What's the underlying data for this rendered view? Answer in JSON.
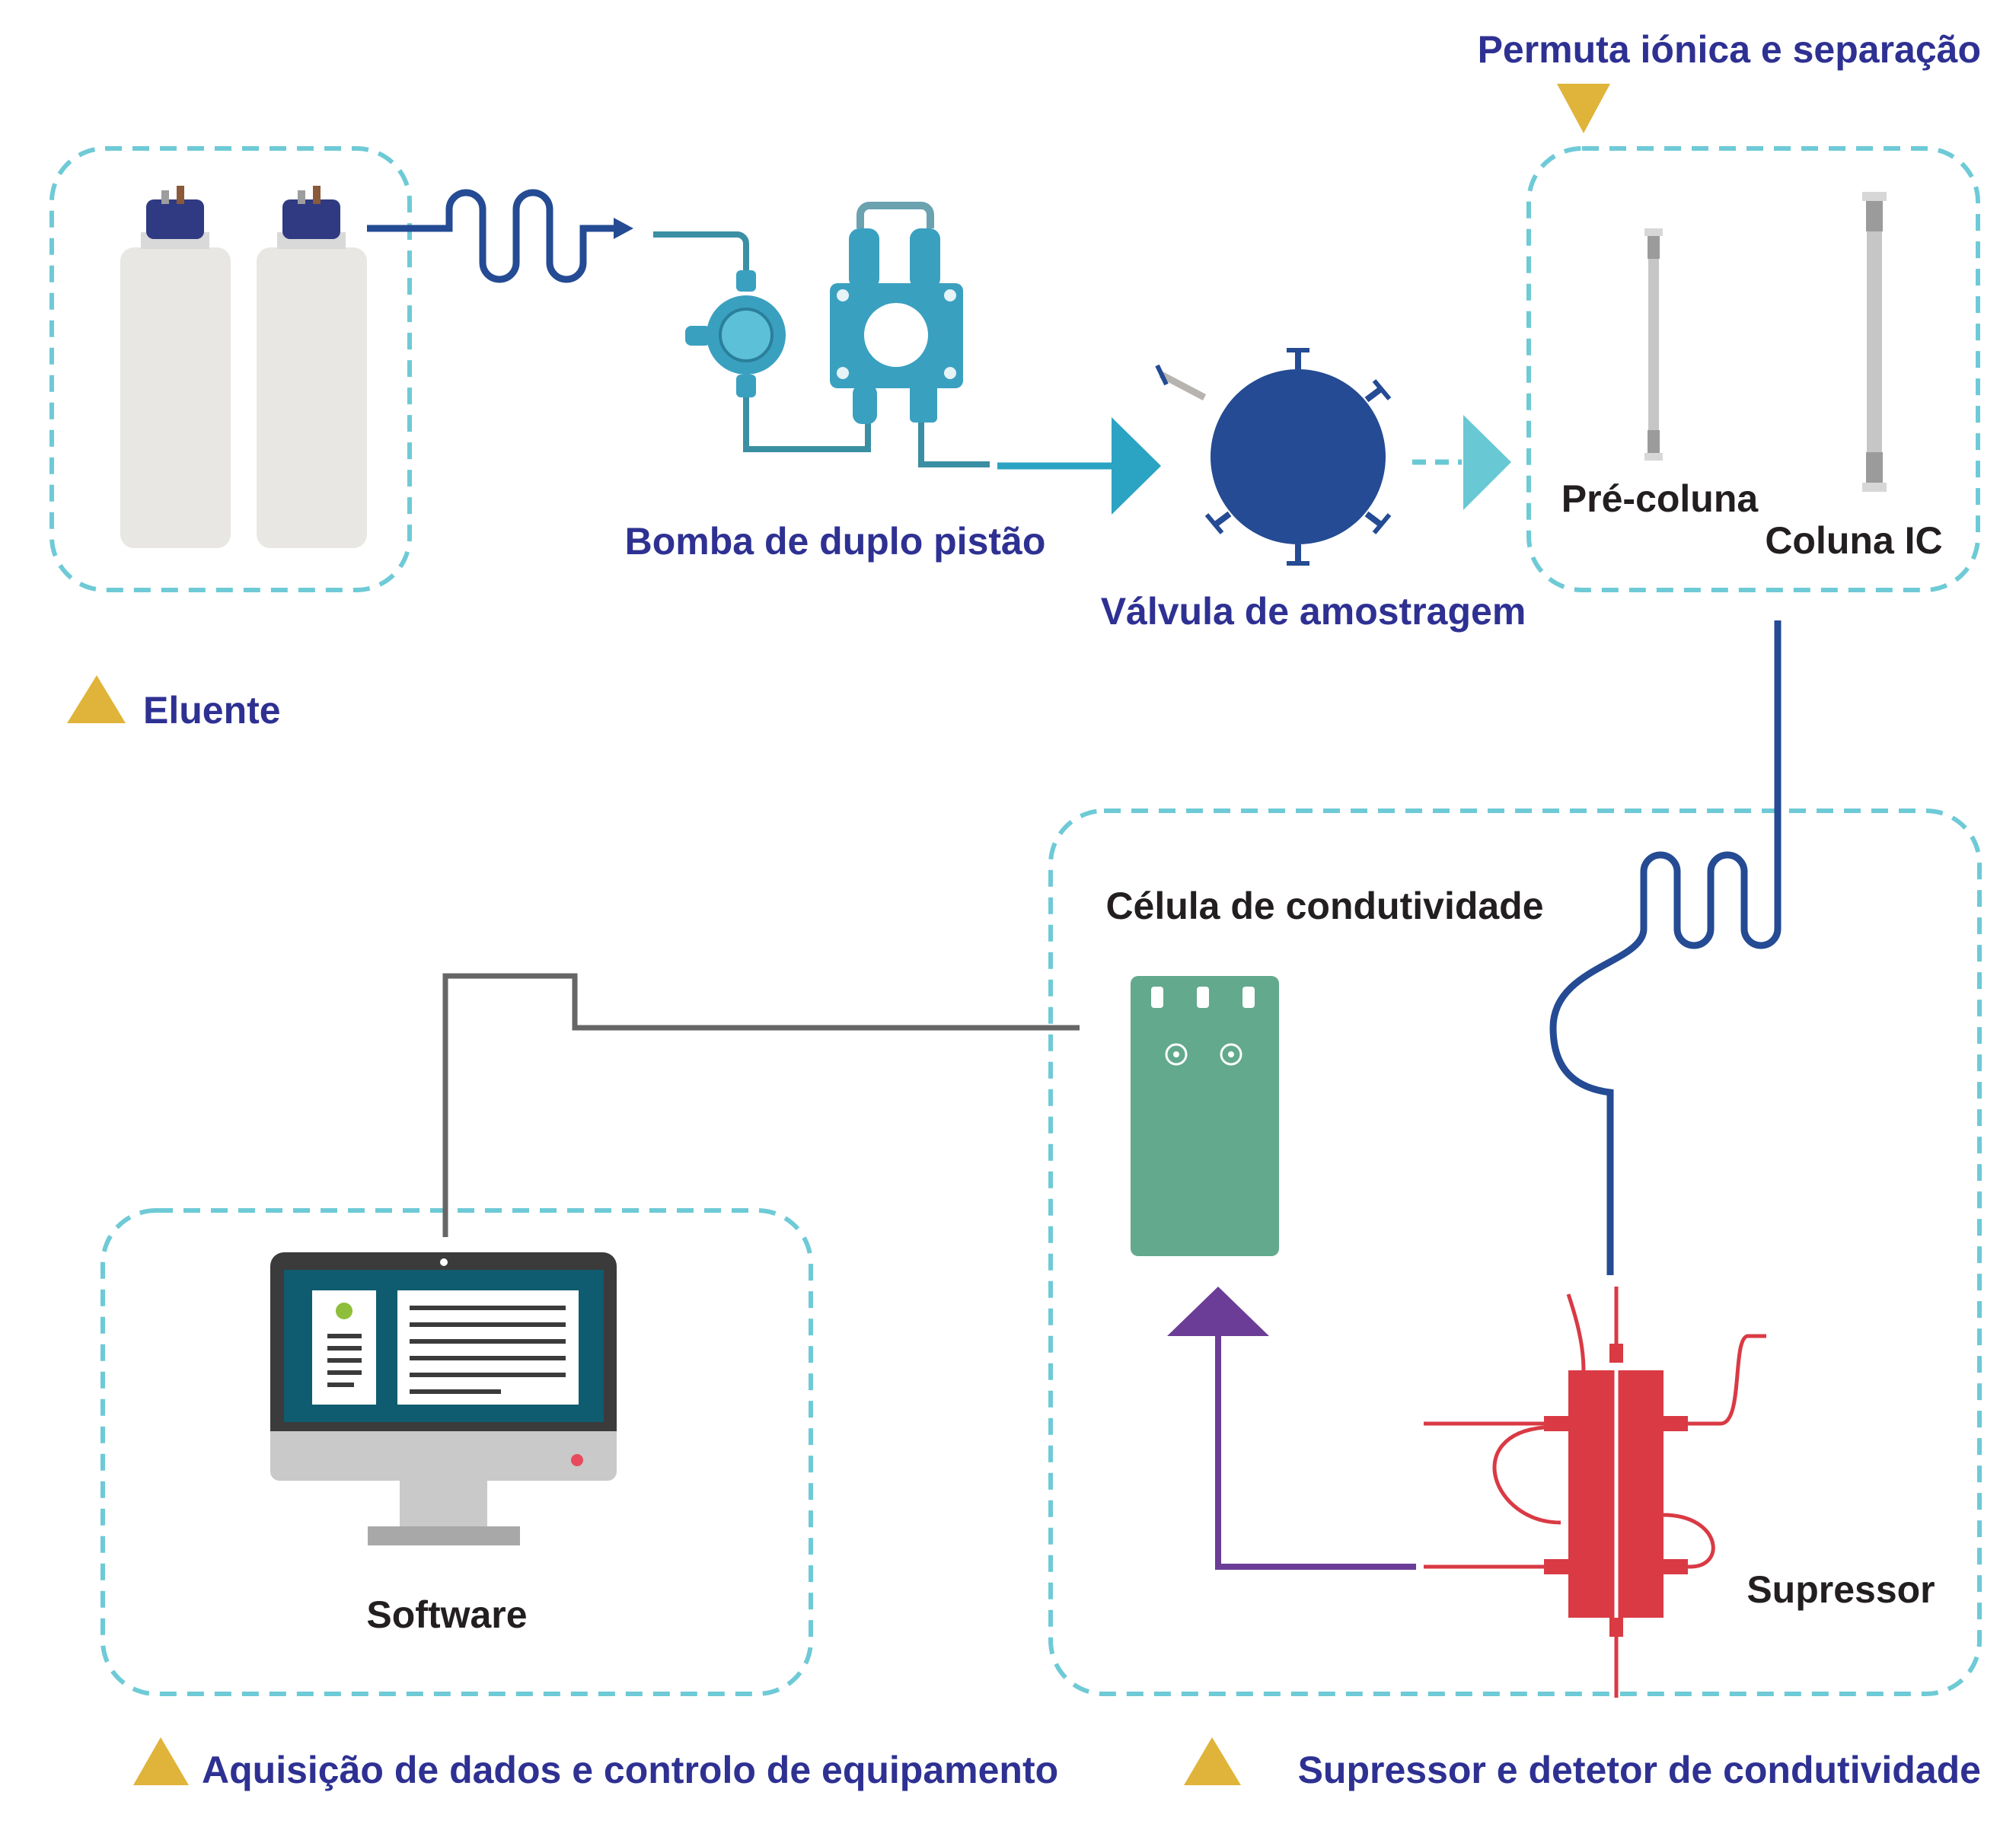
{
  "labels": {
    "ion_exchange": "Permuta iónica e separação",
    "pump": "Bomba de duplo pistão",
    "valve": "Válvula de amostragem",
    "precolumn": "Pré-coluna",
    "ic_column": "Coluna IC",
    "eluent": "Eluente",
    "conductivity_cell": "Célula de condutividade",
    "software": "Software",
    "suppressor": "Supressor",
    "data_acquisition": "Aquisição de dados e controlo de equipamento",
    "suppressor_detector": "Supressor e detetor de condutividade"
  },
  "colors": {
    "box_border": "#6ecad6",
    "tubing_blue": "#244b93",
    "pump_teal": "#3aa0c0",
    "valve_blue": "#244b93",
    "arrow_teal": "#2ba3c3",
    "arrow_light": "#68c8d4",
    "marker_gold": "#e0b43a",
    "cell_green": "#62a98e",
    "suppressor_red": "#d93a44",
    "signal_purple": "#6b3d96",
    "cable_grey": "#666666",
    "label_blue": "#2e3192",
    "label_dark": "#231f20"
  },
  "icons": [
    "bottle-icon",
    "pump-icon",
    "injection-valve-icon",
    "column-icon",
    "conductivity-cell-icon",
    "suppressor-icon",
    "monitor-icon",
    "triangle-marker-icon"
  ]
}
